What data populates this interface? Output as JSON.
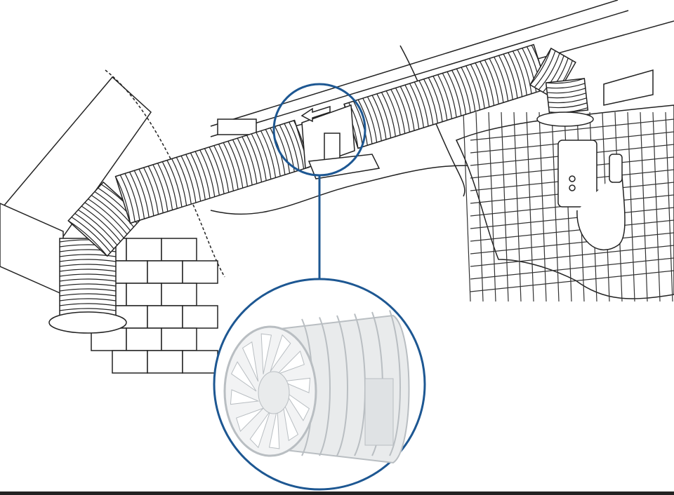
{
  "colors": {
    "callout": "#1d5792",
    "ink": "#222222",
    "fan_body": "#e9ebec",
    "fan_shadow": "#b9bec2",
    "tile_grout": "#333333"
  },
  "icons": [
    "inline-duct-fan",
    "flexible-duct",
    "brick-wall",
    "tiled-wall",
    "electric-shower",
    "airflow-arrow"
  ]
}
